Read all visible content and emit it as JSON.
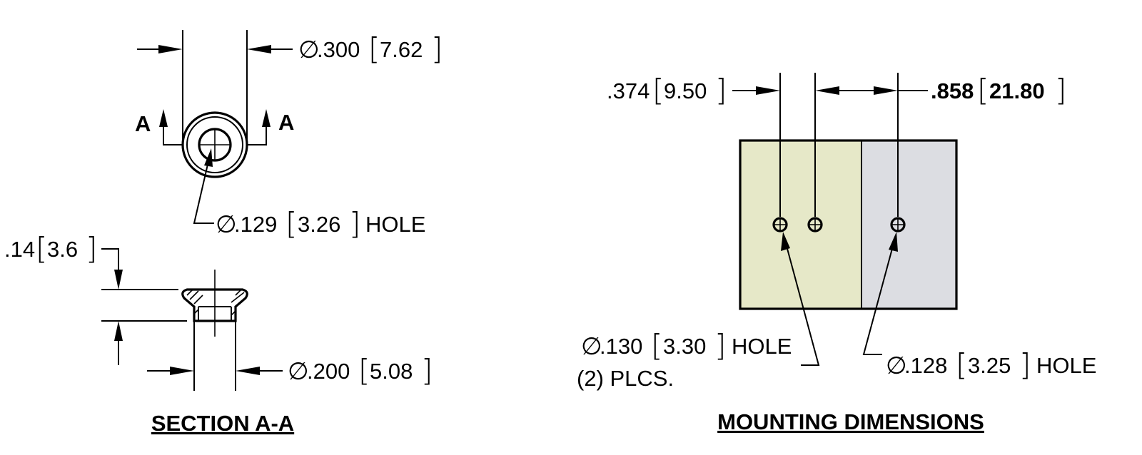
{
  "section": {
    "title": "SECTION A-A",
    "marker_letter": "A",
    "outer_dia": {
      "inch": ".300",
      "mm": "7.62"
    },
    "hole_dia": {
      "inch": ".129",
      "mm": "3.26",
      "note": "HOLE"
    },
    "thickness": {
      "inch": ".14",
      "mm": "3.6"
    },
    "boss_dia": {
      "inch": ".200",
      "mm": "5.08"
    }
  },
  "mounting": {
    "title": "MOUNTING DIMENSIONS",
    "spacing_a": {
      "inch": ".374",
      "mm": "9.50"
    },
    "spacing_b": {
      "inch": ".858",
      "mm": "21.80"
    },
    "hole_a": {
      "inch": ".130",
      "mm": "3.30",
      "note": "HOLE",
      "qty": "(2) PLCS."
    },
    "hole_b": {
      "inch": ".128",
      "mm": "3.25",
      "note": "HOLE"
    },
    "colors": {
      "left_panel": "#e6e8c8",
      "right_panel": "#dcdde2"
    }
  },
  "symbols": {
    "diameter": "∅",
    "bracket_open": "[",
    "bracket_close": "]"
  }
}
